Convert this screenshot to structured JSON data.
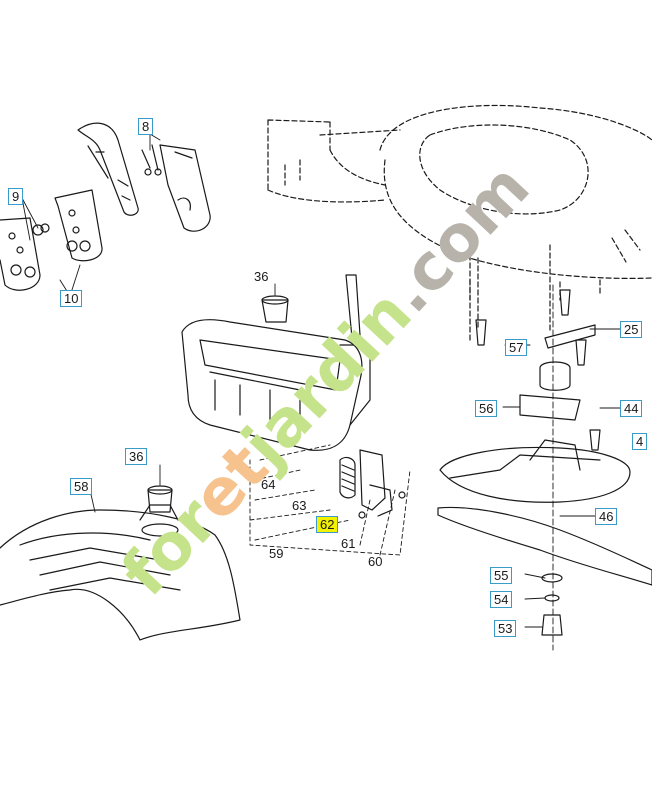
{
  "callouts": [
    {
      "id": "c8",
      "label": "8"
    },
    {
      "id": "c9",
      "label": "9"
    },
    {
      "id": "c10",
      "label": "10"
    },
    {
      "id": "c36a",
      "label": "36"
    },
    {
      "id": "c36b",
      "label": "36"
    },
    {
      "id": "c58",
      "label": "58"
    },
    {
      "id": "c64",
      "label": "64"
    },
    {
      "id": "c63",
      "label": "63"
    },
    {
      "id": "c62",
      "label": "62"
    },
    {
      "id": "c61",
      "label": "61"
    },
    {
      "id": "c59",
      "label": "59"
    },
    {
      "id": "c60",
      "label": "60"
    },
    {
      "id": "c25",
      "label": "25"
    },
    {
      "id": "c57",
      "label": "57"
    },
    {
      "id": "c56",
      "label": "56"
    },
    {
      "id": "c44",
      "label": "44"
    },
    {
      "id": "c4",
      "label": "4"
    },
    {
      "id": "c46",
      "label": "46"
    },
    {
      "id": "c55",
      "label": "55"
    },
    {
      "id": "c54",
      "label": "54"
    },
    {
      "id": "c53",
      "label": "53"
    }
  ],
  "watermark": {
    "part1": "for",
    "part2": "et",
    "part3": "jardin",
    "part4": ".com",
    "color_green": "#c5e38a",
    "color_orange": "#f6c28d",
    "color_grey": "#b8b3aa"
  },
  "colors": {
    "line": "#1a1a1a",
    "callout_border": "#3a9ac8",
    "highlight": "#f3f000"
  }
}
